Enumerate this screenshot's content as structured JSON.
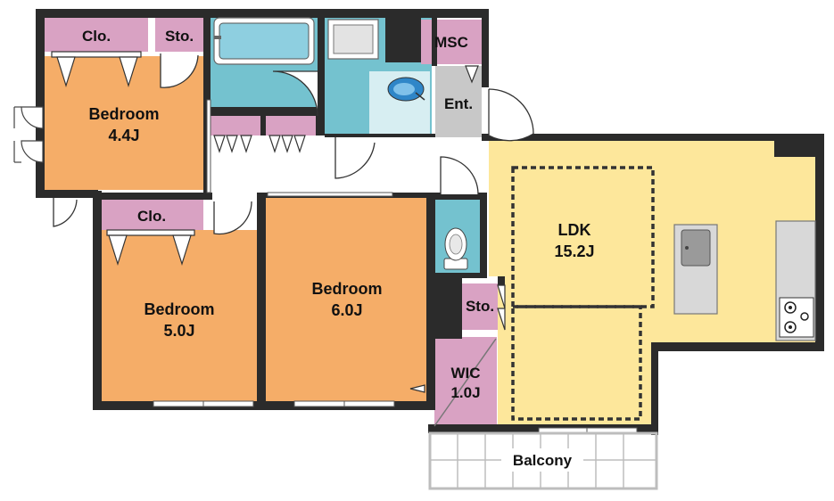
{
  "colors": {
    "wall": "#2b2b2b",
    "bedroom": "#f5ad68",
    "closet": "#d9a2c3",
    "wet_area": "#74c2cf",
    "ldk": "#fde79b",
    "hall": "#ffffff",
    "entrance": "#c8c8c8",
    "balcony_rail": "#bdbdbd"
  },
  "rooms": {
    "bedroom_a": {
      "name": "Bedroom",
      "size": "4.4J"
    },
    "bedroom_b": {
      "name": "Bedroom",
      "size": "5.0J"
    },
    "bedroom_c": {
      "name": "Bedroom",
      "size": "6.0J"
    },
    "ldk": {
      "name": "LDK",
      "size": "15.2J"
    },
    "wic": {
      "name": "WIC",
      "size": "1.0J"
    },
    "closet_a": "Clo.",
    "closet_b": "Clo.",
    "storage_a": "Sto.",
    "storage_b": "Sto.",
    "msc": "MSC",
    "entrance": "Ent.",
    "balcony": "Balcony"
  },
  "fixtures": [
    "bathtub-icon",
    "washbasin-icon",
    "washing-machine-icon",
    "toilet-icon",
    "kitchen-sink-icon",
    "stove-icon"
  ]
}
